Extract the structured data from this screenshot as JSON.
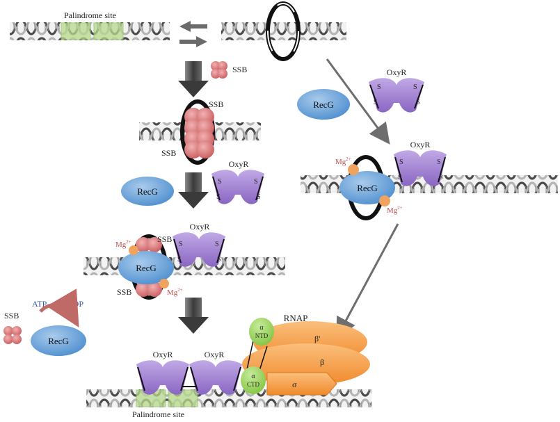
{
  "labels": {
    "palindrome_site": "Palindrome site",
    "ssb": "SSB",
    "oxyr": "OxyR",
    "recg": "RecG",
    "mg": "Mg",
    "mg_charge": "2+",
    "sulfur": "S",
    "atp": "ATP",
    "adp": "ADP",
    "rnap": "RNAP",
    "alpha": "α",
    "ntd": "NTD",
    "ctd": "CTD",
    "beta_prime": "β'",
    "beta": "β",
    "sigma": "σ"
  },
  "colors": {
    "recg_fill": "#5b9bd5",
    "oxyr_fill": "#9f7fd0",
    "ssb_fill": "#d9787a",
    "mg_fill": "#f0a35e",
    "rnap_fill": "#f79a3e",
    "alpha_fill": "#92d050",
    "palindrome_fill": "#b6d98c",
    "dna_dark": "#4a4a4a",
    "dna_light": "#c8c8c8",
    "arrow_dark": "#4d4d4d",
    "mg_text": "#c0504d",
    "atp_text": "#3955a3"
  },
  "icons": [
    "dna-helix",
    "double-arrow-equilibrium",
    "block-down-arrow",
    "curved-arrow",
    "diagonal-arrow"
  ]
}
